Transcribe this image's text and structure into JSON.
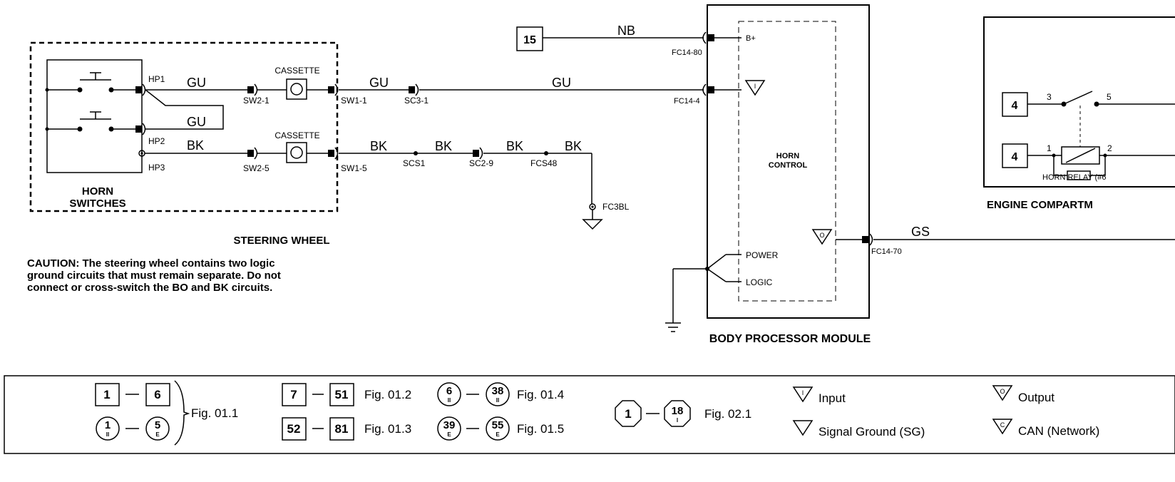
{
  "steering_wheel": {
    "label": "STEERING WHEEL",
    "horn_switches_line1": "HORN",
    "horn_switches_line2": "SWITCHES",
    "pins": {
      "hp1": "HP1",
      "hp2": "HP2",
      "hp3": "HP3"
    },
    "cassette_upper": "CASSETTE",
    "cassette_lower": "CASSETTE"
  },
  "wires": {
    "gu": "GU",
    "bk": "BK",
    "nb": "NB",
    "gs": "GS"
  },
  "connectors": {
    "sw2_1": "SW2-1",
    "sw2_5": "SW2-5",
    "sw1_1": "SW1-1",
    "sw1_5": "SW1-5",
    "sc3_1": "SC3-1",
    "scs1": "SCS1",
    "sc2_9": "SC2-9",
    "fcs48": "FCS48",
    "fc3bl": "FC3BL",
    "fc14_80": "FC14-80",
    "fc14_4": "FC14-4",
    "fc14_70": "FC14-70"
  },
  "bpm": {
    "title": "BODY PROCESSOR MODULE",
    "bplus": "B+",
    "horn_control_line1": "HORN",
    "horn_control_line2": "CONTROL",
    "power": "POWER",
    "logic": "LOGIC",
    "input_symbol": "I",
    "output_symbol": "O"
  },
  "refs": {
    "ref_15": "15",
    "ref_4a": "4",
    "ref_4b": "4"
  },
  "engine": {
    "title": "ENGINE COMPARTM",
    "relay_label": "HORN RELAY (#6",
    "pin3": "3",
    "pin5": "5",
    "pin1": "1",
    "pin2": "2"
  },
  "caution": {
    "line1": "CAUTION:  The steering wheel contains two logic",
    "line2": "ground circuits that must remain separate.  Do not",
    "line3": "connect or cross-switch the BO and BK circuits."
  },
  "legend": {
    "g1_a": "1",
    "g1_b": "6",
    "g1_c": "1",
    "g1_c_sub": "II",
    "g1_d": "5",
    "g1_d_sub": "E",
    "g1_fig": "Fig. 01.1",
    "g2_a": "7",
    "g2_b": "51",
    "g2_fig": "Fig. 01.2",
    "g3_a": "52",
    "g3_b": "81",
    "g3_fig": "Fig. 01.3",
    "g4_a": "6",
    "g4_a_sub": "II",
    "g4_b": "38",
    "g4_b_sub": "II",
    "g4_fig": "Fig. 01.4",
    "g5_a": "39",
    "g5_a_sub": "E",
    "g5_b": "55",
    "g5_b_sub": "E",
    "g5_fig": "Fig. 01.5",
    "g6_a": "1",
    "g6_b": "18",
    "g6_b_sub": "I",
    "g6_fig": "Fig. 02.1",
    "input": "Input",
    "input_sym": "I",
    "output": "Output",
    "output_sym": "O",
    "sg": "Signal Ground (SG)",
    "can": "CAN (Network)",
    "can_sym": "C"
  }
}
